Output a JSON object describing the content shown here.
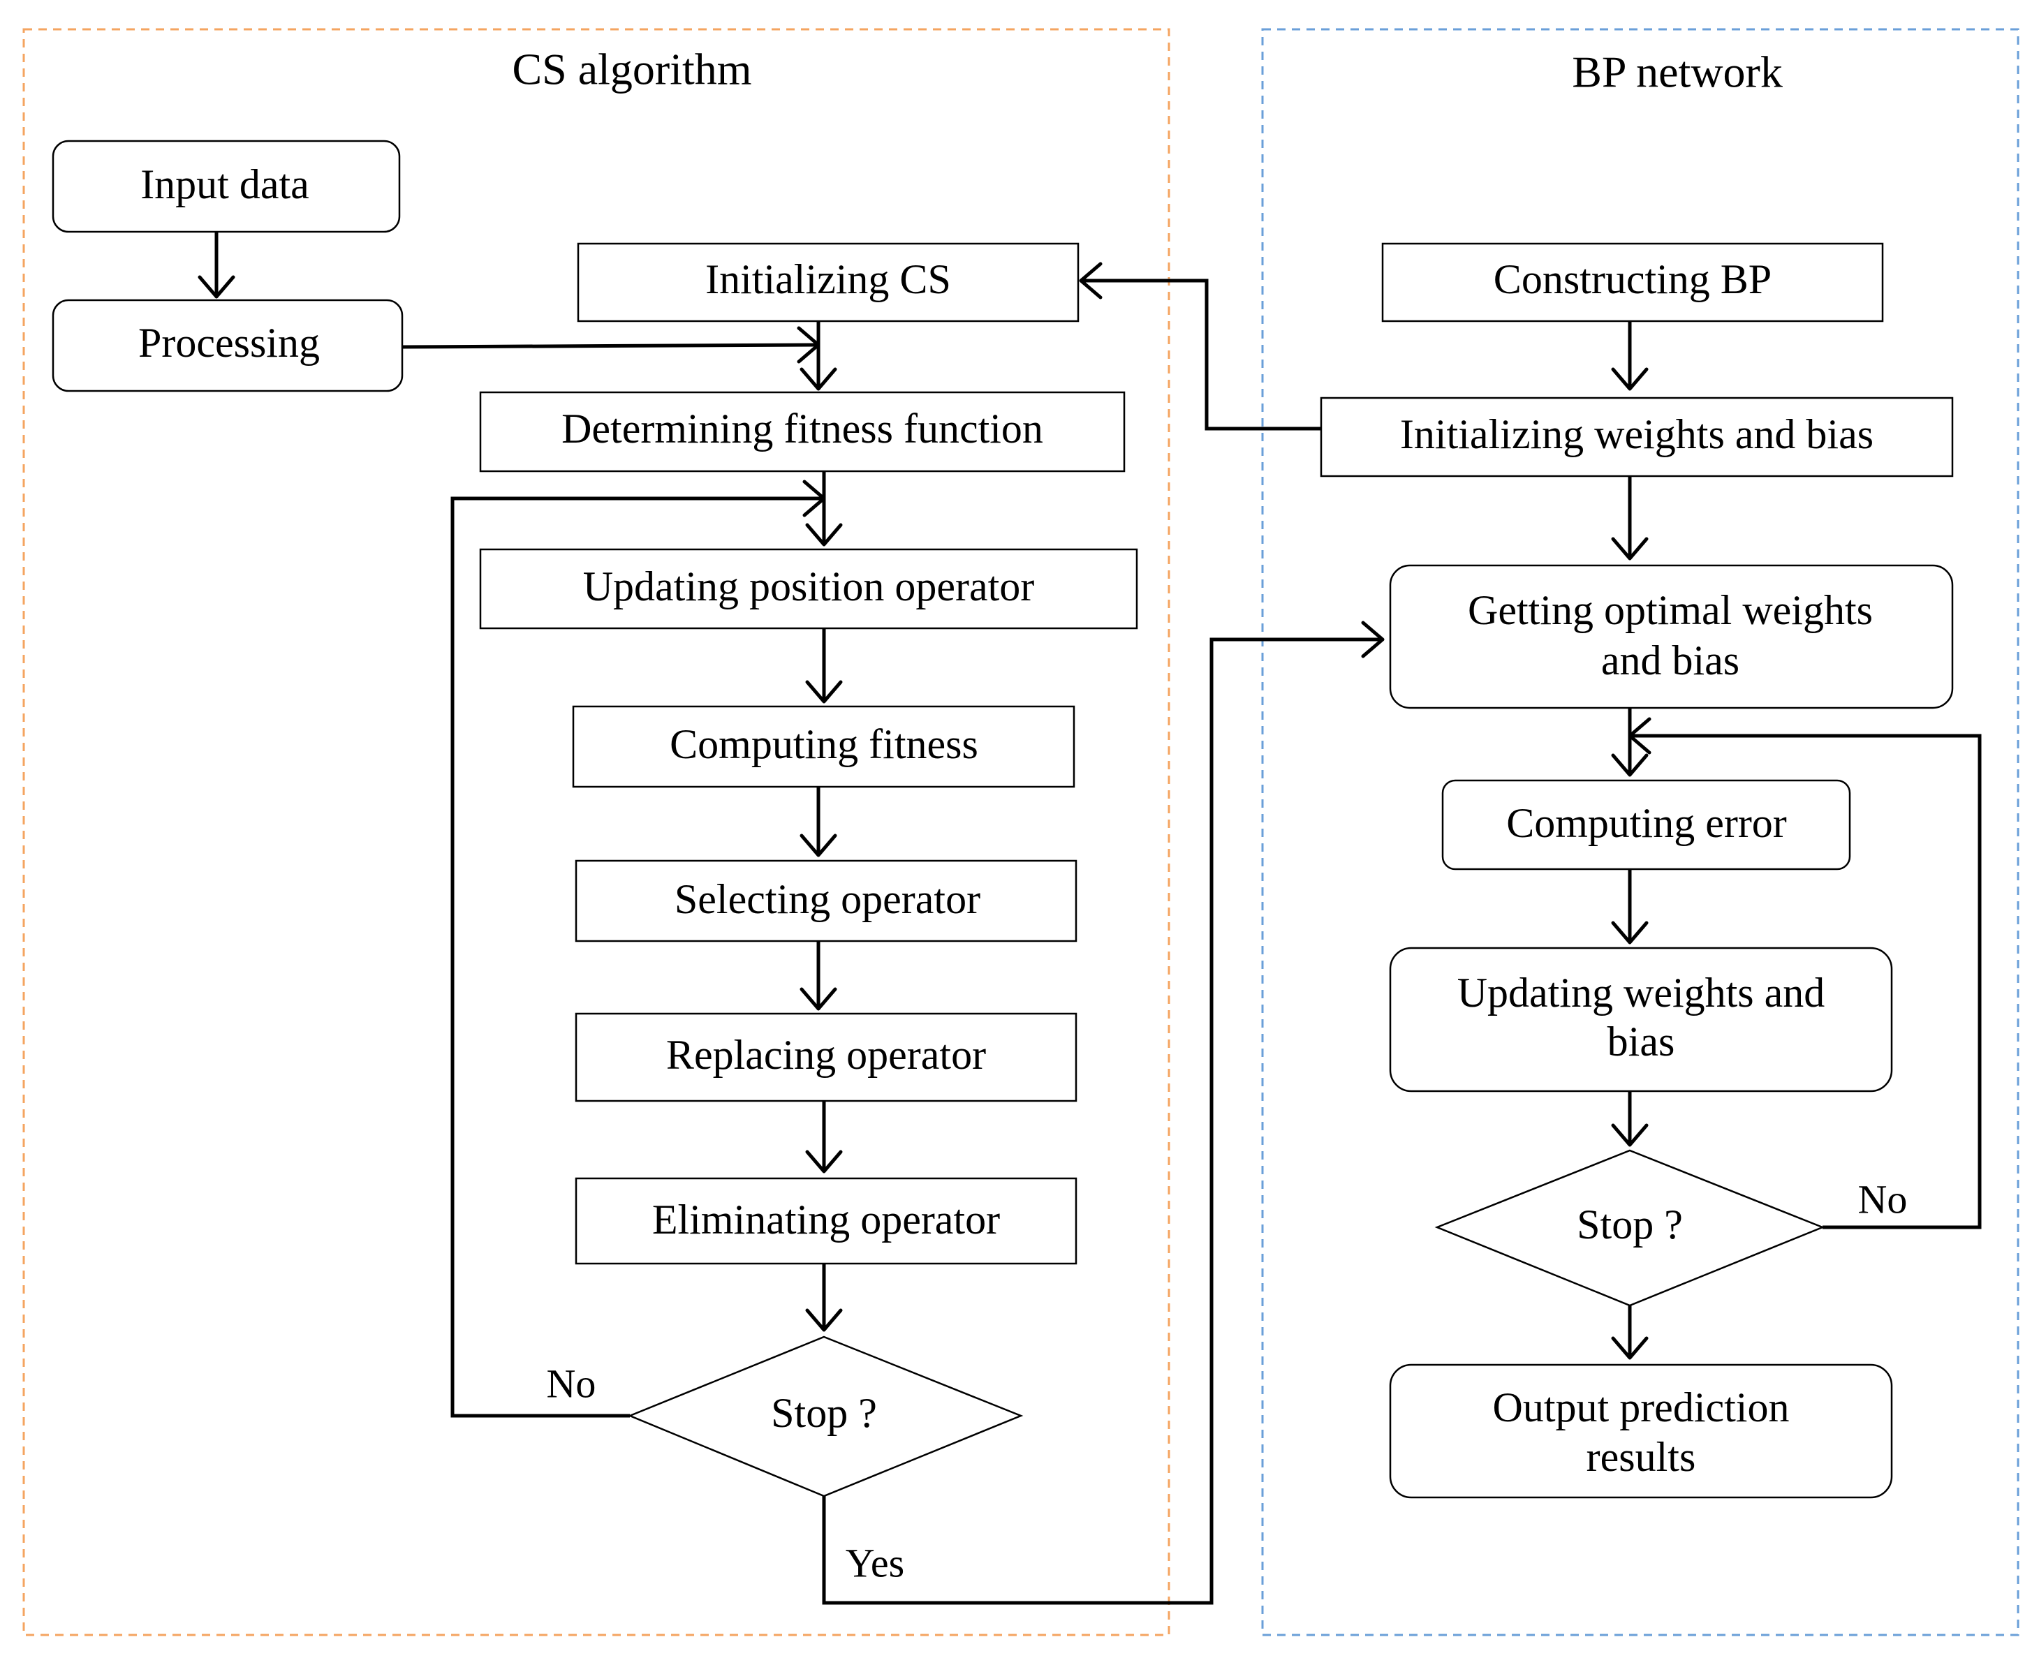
{
  "panels": {
    "cs": {
      "title": "CS algorithm",
      "border_color": "#f4a460"
    },
    "bp": {
      "title": "BP network",
      "border_color": "#6a9fd8"
    }
  },
  "cs_steps": {
    "input": "Input data",
    "processing": "Processing",
    "init_cs": "Initializing CS",
    "fitness_fn": "Determining fitness function",
    "update_pos": "Updating position operator",
    "compute_fit": "Computing fitness",
    "select": "Selecting operator",
    "replace": "Replacing operator",
    "eliminate": "Eliminating operator",
    "stop": "Stop ?",
    "no": "No",
    "yes": "Yes"
  },
  "bp_steps": {
    "construct": "Constructing BP",
    "init_wb": "Initializing weights and bias",
    "optimal_l1": "Getting optimal weights",
    "optimal_l2": "and bias",
    "error": "Computing error",
    "update_l1": "Updating weights and",
    "update_l2": "bias",
    "stop": "Stop ?",
    "no": "No",
    "output_l1": "Output prediction",
    "output_l2": "results"
  }
}
